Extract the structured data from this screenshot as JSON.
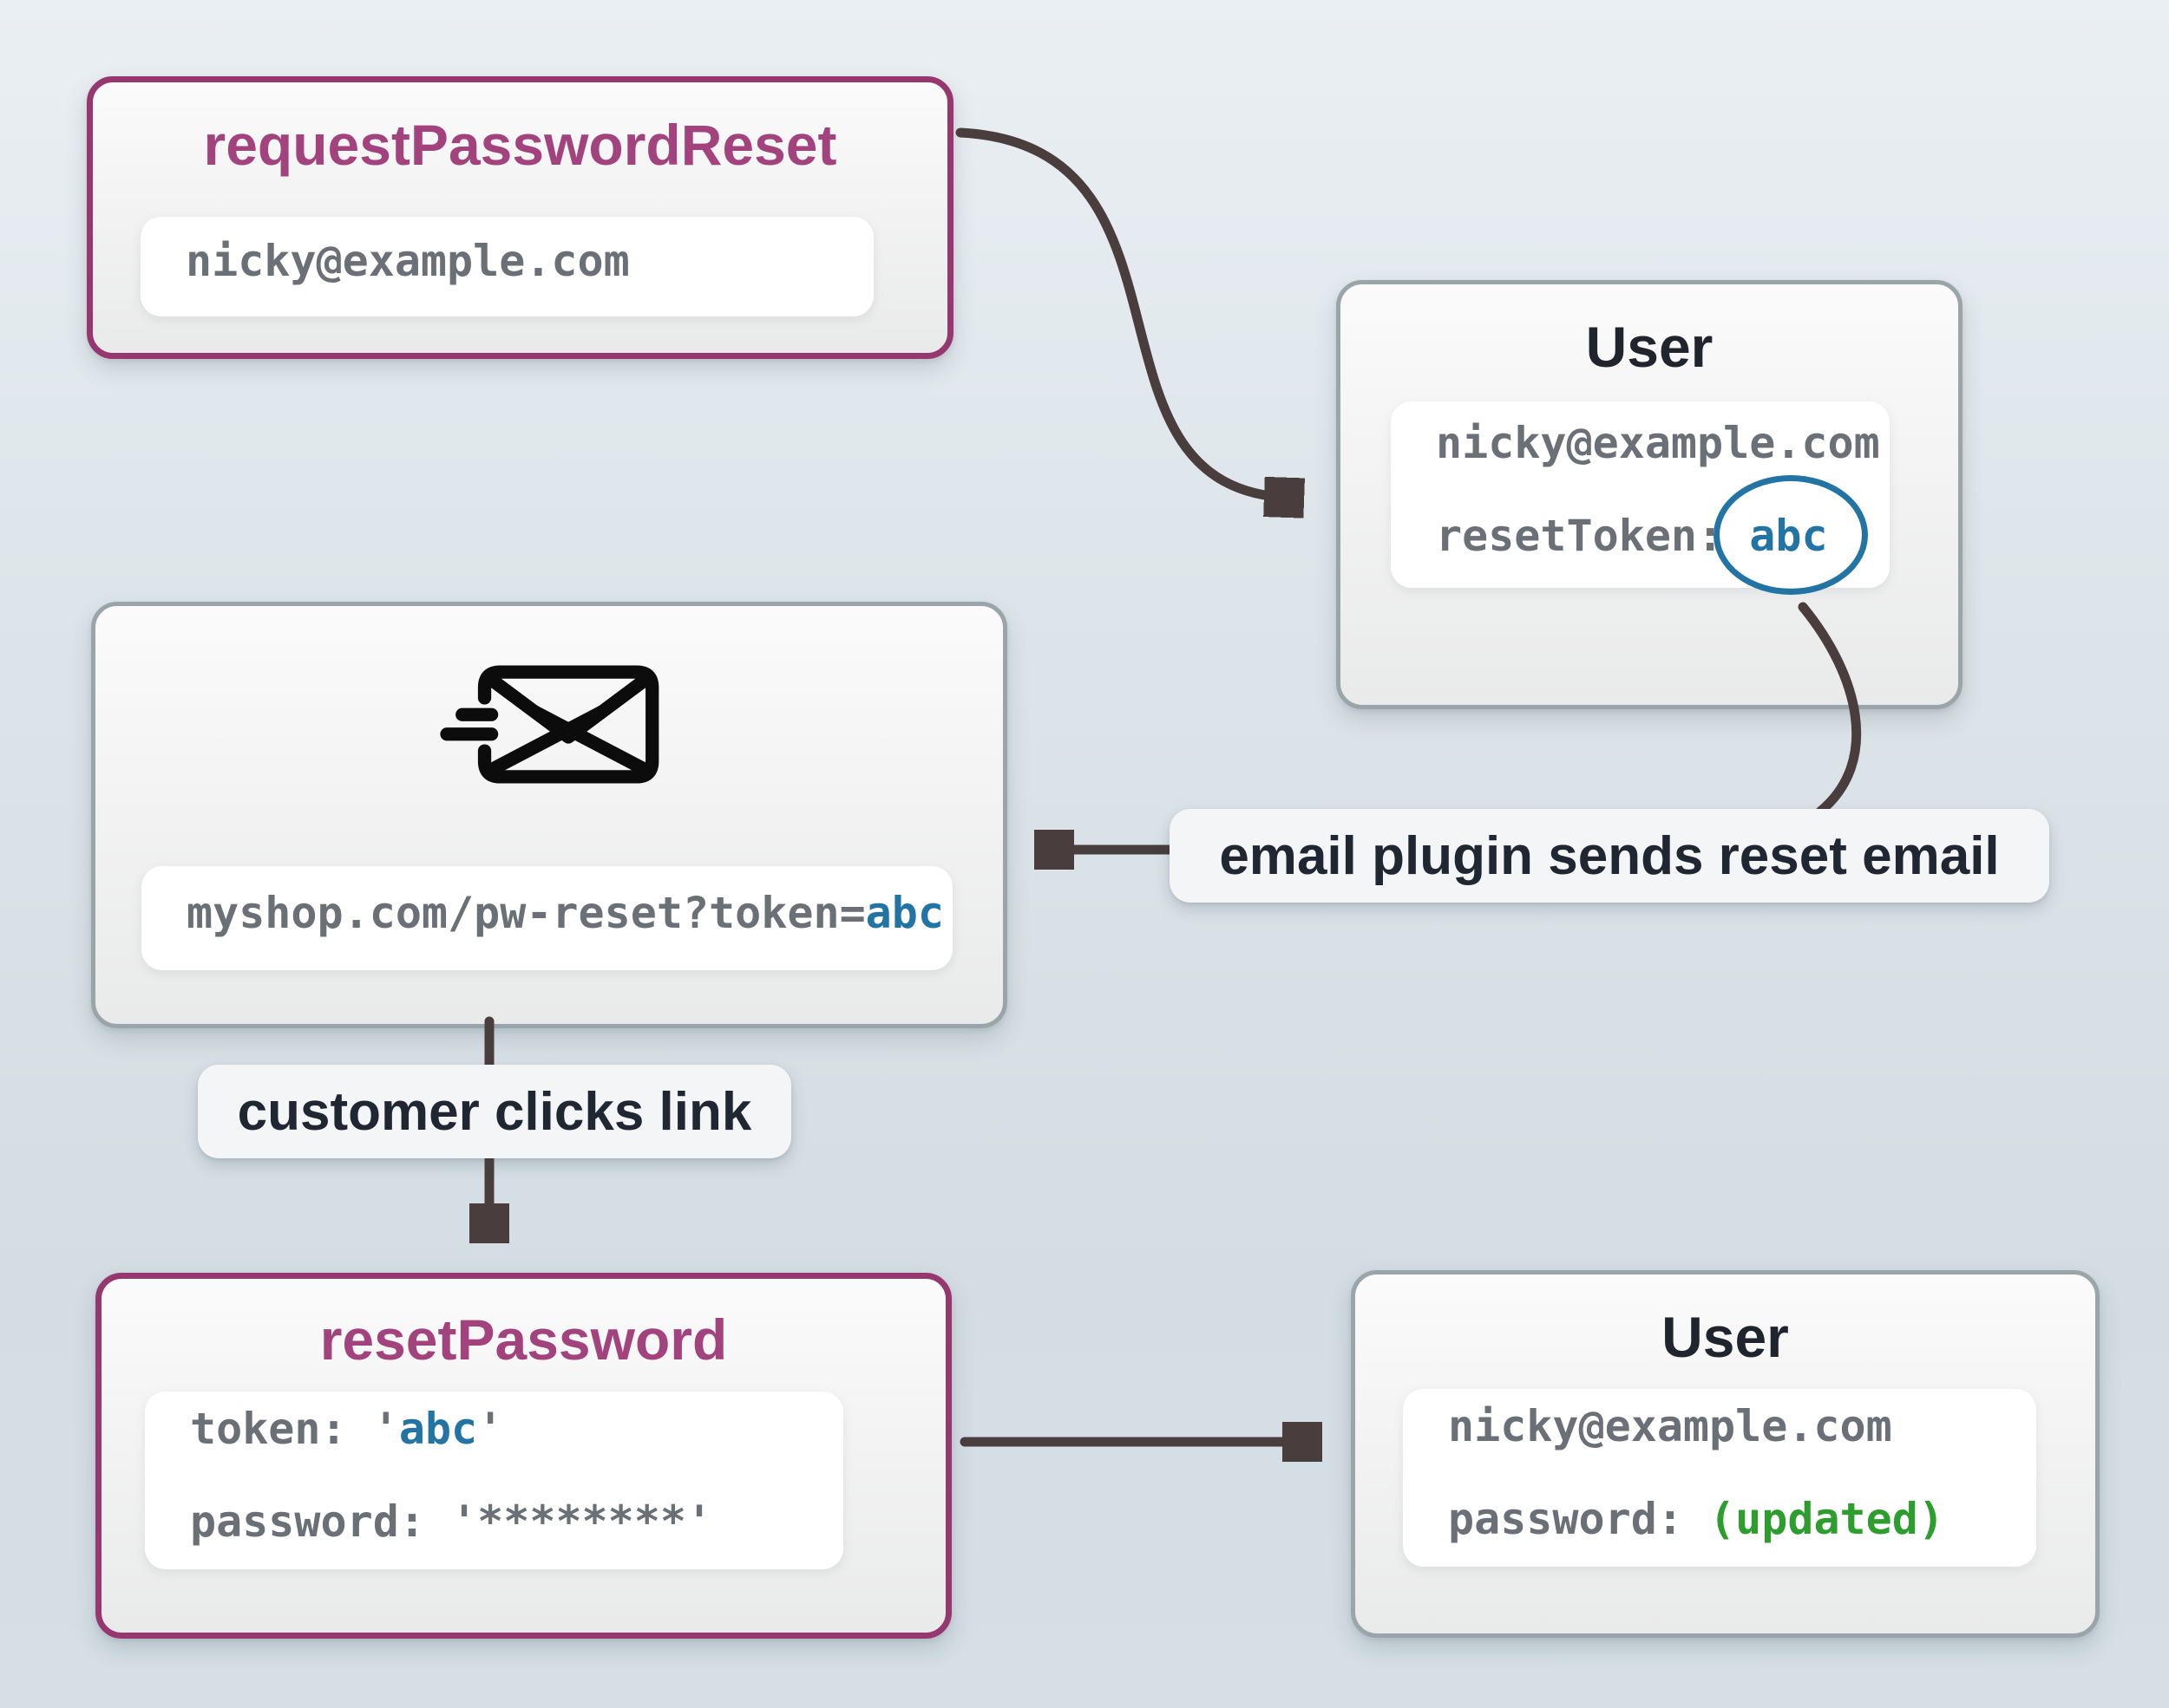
{
  "palette": {
    "purple_border": "#96386f",
    "purple_text": "#a3437e",
    "gray_border": "#9aa5aa",
    "title_dark": "#20242c",
    "mono_gray": "#6a7076",
    "token_blue": "#2274a5",
    "updated_green": "#2d9e2d",
    "arrow_color": "#4a3d3d",
    "label_text": "#212633"
  },
  "boxes": {
    "request_password_reset": {
      "title": "requestPasswordReset",
      "email_field": "nicky@example.com"
    },
    "user_top": {
      "title": "User",
      "email": "nicky@example.com",
      "token_label": "resetToken:",
      "token_value": "abc"
    },
    "email": {
      "icon": "send-email-icon",
      "url_prefix": "myshop.com/pw-reset?token=",
      "url_token": "abc"
    },
    "reset_password": {
      "title": "resetPassword",
      "token_label": "token:",
      "quote": "'",
      "token_value": "abc",
      "password_label": "password:",
      "password_value": "'********'"
    },
    "user_bottom": {
      "title": "User",
      "email": "nicky@example.com",
      "password_label": "password:",
      "password_value": "(updated)"
    }
  },
  "annotations": {
    "email_plugin": "email plugin sends reset email",
    "customer_clicks": "customer clicks link"
  }
}
